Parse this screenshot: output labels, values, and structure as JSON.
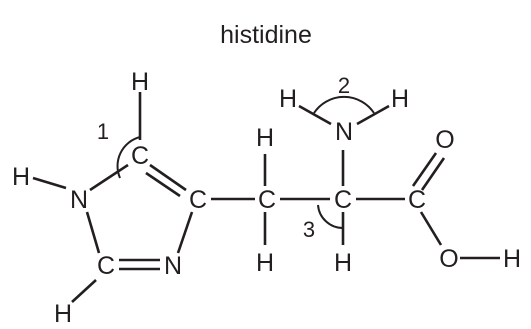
{
  "title": "histidine",
  "atoms": {
    "ring_c_top": "C",
    "ring_n_h": "N",
    "ring_c_right": "C",
    "ring_c_bottom": "C",
    "ring_n_bottom": "N",
    "ch2_c": "C",
    "alpha_c": "C",
    "carboxyl_c": "C",
    "amino_n": "N",
    "carbonyl_o": "O",
    "hydroxyl_o": "O",
    "h_ring_top": "H",
    "h_ring_n": "H",
    "h_ring_bottom": "H",
    "h_ch2_top": "H",
    "h_ch2_bottom": "H",
    "h_alpha": "H",
    "h_amino_left": "H",
    "h_amino_right": "H",
    "h_hydroxyl": "H"
  },
  "angle_labels": {
    "angle_1": "1",
    "angle_2": "2",
    "angle_3": "3"
  },
  "colors": {
    "ink": "#231f20",
    "background": "#ffffff"
  }
}
